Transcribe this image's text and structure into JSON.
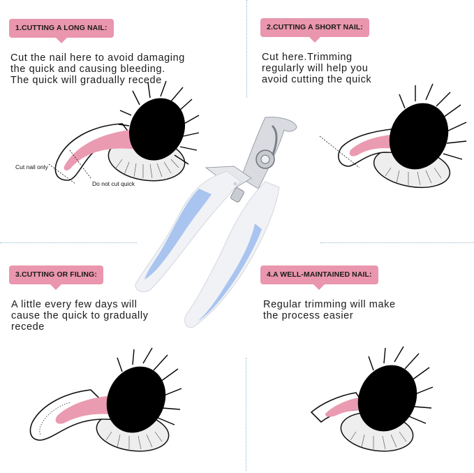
{
  "sections": [
    {
      "badge": "1.CUTTING A LONG NAIL:",
      "description": "Cut the nail here to avoid damaging\nthe quick and causing bleeding.\nThe quick will gradually recede",
      "annotations": {
        "cut_label": "Cut nail only",
        "quick_label": "Do not cut quick"
      }
    },
    {
      "badge": "2.CUTTING A SHORT NAIL:",
      "description": "Cut here.Trimming\nregularly will help you\navoid cutting the quick"
    },
    {
      "badge": "3.CUTTING OR FILING:",
      "description": "A little every few days will\ncause the quick to gradually\nrecede"
    },
    {
      "badge": "4.A WELL-MAINTAINED NAIL:",
      "description": "Regular trimming will make\nthe process easier"
    }
  ],
  "colors": {
    "badge_pink": "#e996ae",
    "quick_pink": "#ea9bb1",
    "handle_blue": "#a9c4ef",
    "handle_white": "#f1f2f6",
    "divider": "#8fb3c9"
  },
  "product": {
    "icon": "nail-clipper-icon"
  }
}
